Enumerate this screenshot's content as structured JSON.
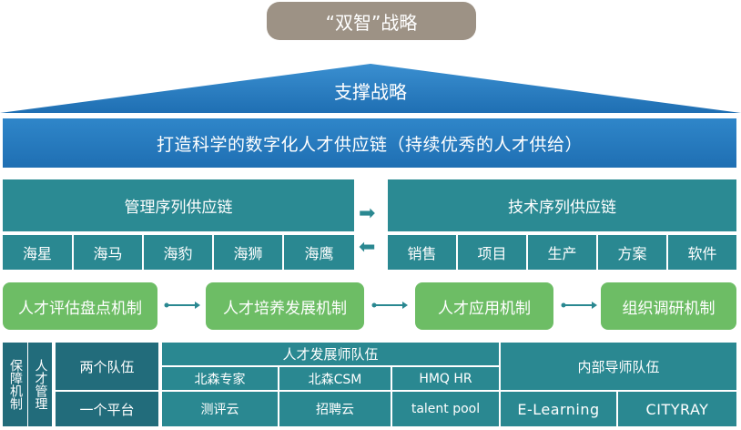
{
  "strategy_title": "“双智”战略",
  "support_label": "支撑战略",
  "chain_banner": "打造科学的数字化人才供应链（持续优秀的人才供给）",
  "management_chain": {
    "title": "管理序列供应链",
    "items": [
      "海星",
      "海马",
      "海豹",
      "海狮",
      "海鹰"
    ]
  },
  "tech_chain": {
    "title": "技术序列供应链",
    "items": [
      "销售",
      "项目",
      "生产",
      "方案",
      "软件"
    ]
  },
  "arrows": {
    "right": "➡",
    "left": "⬅"
  },
  "mechanisms": [
    "人才评估盘点机制",
    "人才培养发展机制",
    "人才应用机制",
    "组织调研机制"
  ],
  "guarantee": {
    "col1": "保障机制",
    "col2": "人才管理",
    "row_labels": [
      "两个队伍",
      "一个平台"
    ],
    "dev_team": {
      "title": "人才发展师队伍",
      "members": [
        "北森专家",
        "北森CSM",
        "HMQ HR"
      ]
    },
    "mentor_team": "内部导师队伍",
    "platforms": [
      "测评云",
      "招聘云",
      "talent pool",
      "E-Learning",
      "CITYRAY"
    ]
  },
  "colors": {
    "pill": "#9d9285",
    "roof": "#1f6fb3",
    "banner": "#2f86c9",
    "teal": "#2a8891",
    "teal_dark": "#226c7b",
    "green": "#6dbd65"
  }
}
